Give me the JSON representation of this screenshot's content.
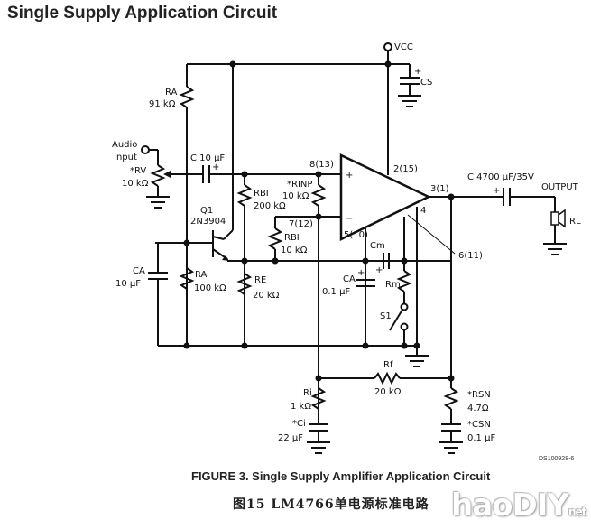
{
  "title": "Single Supply Application Circuit",
  "figure_caption": "FIGURE 3. Single Supply Amplifier Application Circuit",
  "chinese_caption": "图15   LM4766单电源标准电路",
  "doc_id": "DS100928-6",
  "watermark": {
    "main": "haoDIY",
    "suffix": "net"
  },
  "labels": {
    "vcc": "VCC",
    "cs": "CS",
    "audio_input": [
      "Audio",
      "Input"
    ],
    "rv_name": "*RV",
    "rv_value": "10 kΩ",
    "ra_top_name": "RA",
    "ra_top_value": "91 kΩ",
    "c_in": "C  10 μF",
    "q1_name": "Q1",
    "q1_part": "2N3904",
    "rbi_top_name": "RBI",
    "rbi_top_value": "200 kΩ",
    "rinp_name": "*RINP",
    "rinp_value": "10 kΩ",
    "rbi_bot_name": "RBI",
    "rbi_bot_value": "10 kΩ",
    "ca_left_name": "CA",
    "ca_left_value": "10 μF",
    "ra_bot_name": "RA",
    "ra_bot_value": "100 kΩ",
    "re_name": "RE",
    "re_value": "20 kΩ",
    "ca_mid_name": "CA",
    "ca_mid_value": "0.1 μF",
    "cm_name": "Cm",
    "rm_name": "Rm",
    "s1": "S1",
    "rf_name": "Rf",
    "rf_value": "20 kΩ",
    "ri_name": "Ri",
    "ri_value": "1 kΩ",
    "ci_name": "*Ci",
    "ci_value": "22 μF",
    "rsn_name": "*RSN",
    "rsn_value": "4.7Ω",
    "csn_name": "*CSN",
    "csn_value": "0.1 μF",
    "c_out": "C  4700 μF/35V",
    "output": "OUTPUT",
    "rl_name": "RL",
    "pin_plus": "8(13)",
    "pin_minus": "7(12)",
    "pin_vcc": "2(15)",
    "pin_out": "3(1)",
    "pin_4": "4",
    "pin_mute": "5(10)",
    "pin_gnd": "6(11)",
    "plus": "+",
    "minus": "−"
  }
}
